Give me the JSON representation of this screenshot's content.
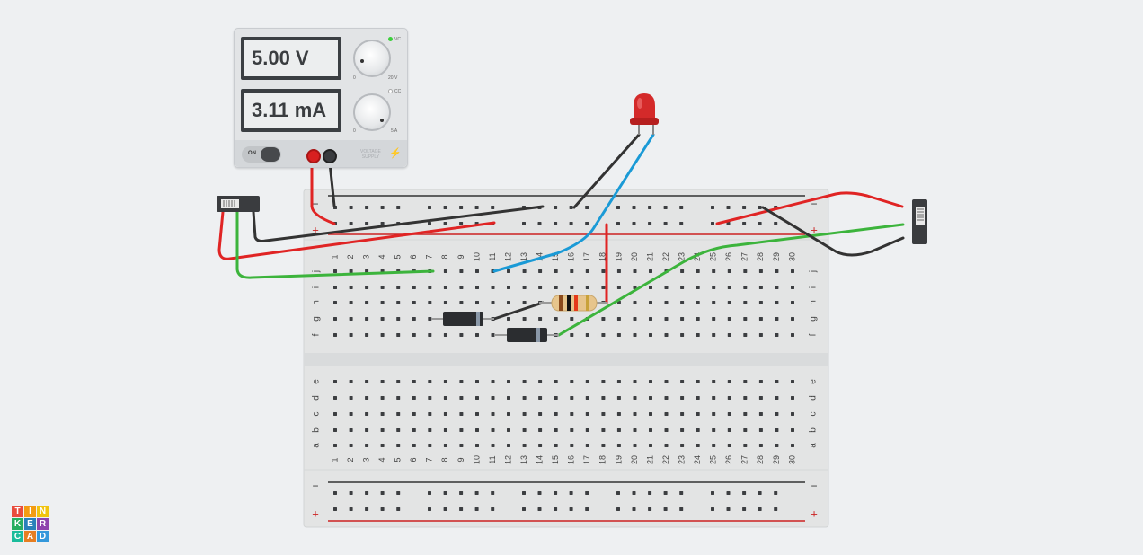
{
  "power_supply": {
    "voltage_display": "5.00 V",
    "current_display": "3.11 mA",
    "vc_label": "VC",
    "cc_label": "CC",
    "voltage_knob_min": "0",
    "voltage_knob_max": "20 V",
    "current_knob_min": "0",
    "current_knob_max": "5 A",
    "on_label": "ON",
    "brand_line1": "VOLTAGE",
    "brand_line2": "SUPPLY"
  },
  "breadboard": {
    "columns": [
      "1",
      "2",
      "3",
      "4",
      "5",
      "6",
      "7",
      "8",
      "9",
      "10",
      "11",
      "12",
      "13",
      "14",
      "15",
      "16",
      "17",
      "18",
      "19",
      "20",
      "21",
      "22",
      "23",
      "24",
      "25",
      "26",
      "27",
      "28",
      "29",
      "30"
    ],
    "rows_top": [
      "j",
      "i",
      "h",
      "g",
      "f"
    ],
    "rows_bottom": [
      "e",
      "d",
      "c",
      "b",
      "a"
    ],
    "rail_minus": "−",
    "rail_plus": "+"
  },
  "logo": {
    "letters": [
      "T",
      "I",
      "N",
      "K",
      "E",
      "R",
      "C",
      "A",
      "D"
    ]
  },
  "colors": {
    "wire_red": "#e02424",
    "wire_black": "#333333",
    "wire_green": "#3cb43c",
    "wire_blue": "#1a9ad6",
    "board": "#e5e6e6",
    "rail_red": "#cc2222",
    "logo_cells": [
      "#e84c3d",
      "#f39c12",
      "#f1c40f",
      "#27ae60",
      "#2980b9",
      "#8e44ad",
      "#1abc9c",
      "#e67e22",
      "#3498db"
    ]
  }
}
